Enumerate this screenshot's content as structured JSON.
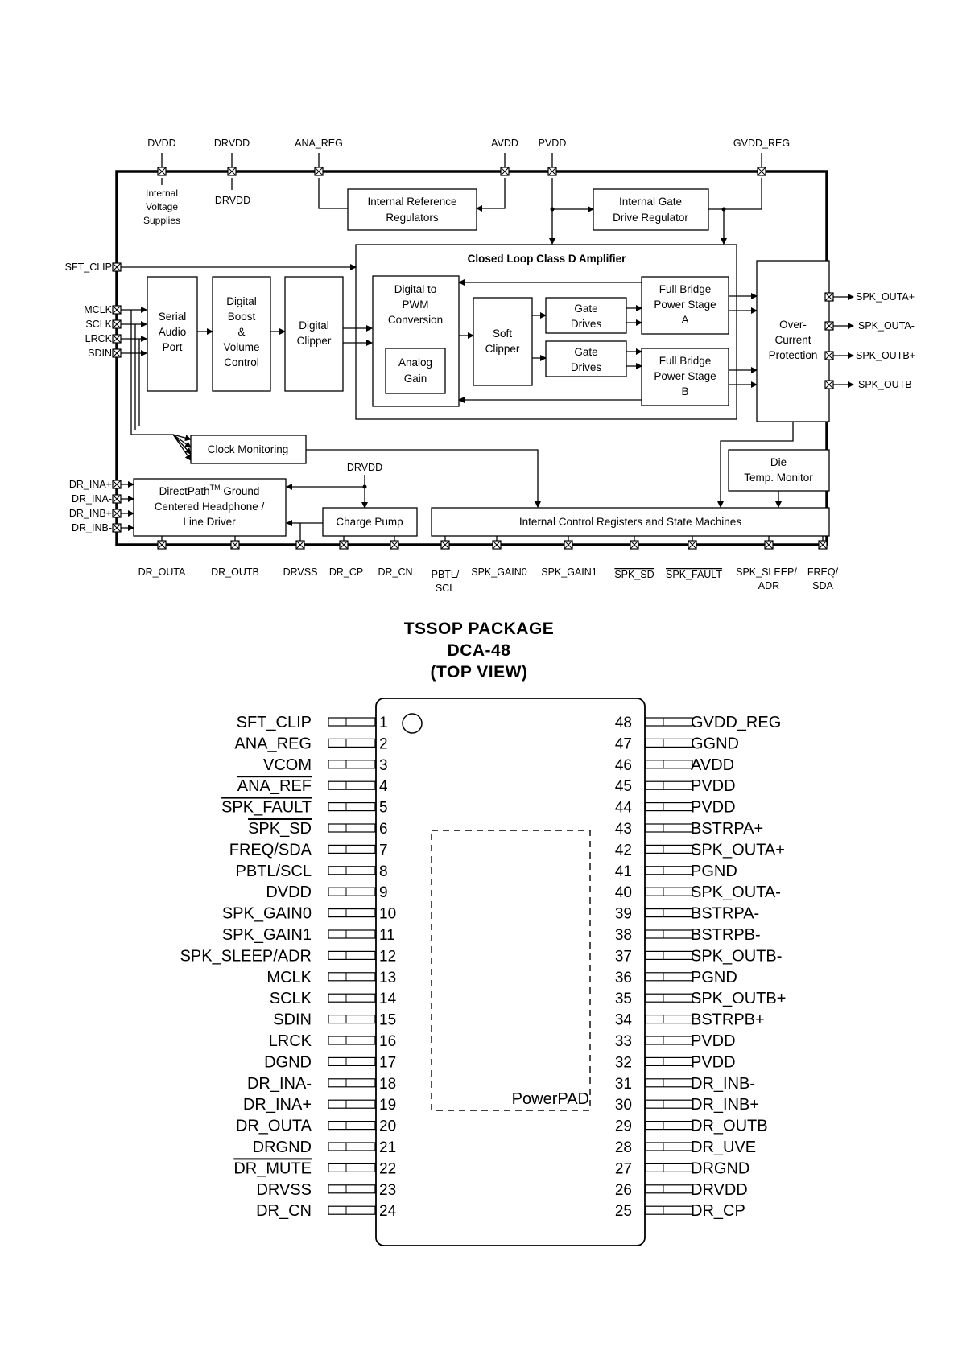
{
  "block_diagram": {
    "top_pins": [
      "DVDD",
      "DRVDD",
      "ANA_REG",
      "AVDD",
      "PVDD",
      "GVDD_REG"
    ],
    "left_pins": [
      "SFT_CLIP",
      "MCLK",
      "SCLK",
      "LRCK",
      "SDIN"
    ],
    "left_bottom_pins": [
      "DR_INA+",
      "DR_INA-",
      "DR_INB+",
      "DR_INB-"
    ],
    "right_pins": [
      "SPK_OUTA+",
      "SPK_OUTA-",
      "SPK_OUTB+",
      "SPK_OUTB-"
    ],
    "bottom_pins": [
      "DR_OUTA",
      "DR_OUTB",
      "DRVSS",
      "DR_CP",
      "DR_CN"
    ],
    "bottom_pins_2": {
      "pbtl_1": "PBTL/",
      "pbtl_2": "SCL",
      "gain0": "SPK_GAIN0",
      "gain1": "SPK_GAIN1",
      "sd": "SPK_SD",
      "fault": "SPK_FAULT",
      "sleep_1": "SPK_SLEEP/",
      "sleep_2": "ADR",
      "freq_1": "FREQ/",
      "freq_2": "SDA"
    },
    "internal_voltage": [
      "Internal",
      "Voltage",
      "Supplies"
    ],
    "drvdd_inner": "DRVDD",
    "drvdd_charge": "DRVDD",
    "blocks": {
      "int_ref": [
        "Internal Reference",
        "Regulators"
      ],
      "gate_reg": [
        "Internal Gate",
        "Drive Regulator"
      ],
      "class_d_title": "Closed Loop Class D Amplifier",
      "serial": [
        "Serial",
        "Audio",
        "Port"
      ],
      "boost": [
        "Digital",
        "Boost",
        "&",
        "Volume",
        "Control"
      ],
      "clipper": [
        "Digital",
        "Clipper"
      ],
      "pwm": [
        "Digital to",
        "PWM",
        "Conversion"
      ],
      "analog_gain": [
        "Analog",
        "Gain"
      ],
      "soft_clip": [
        "Soft",
        "Clipper"
      ],
      "gate_a": [
        "Gate",
        "Drives"
      ],
      "gate_b": [
        "Gate",
        "Drives"
      ],
      "bridge_a": [
        "Full Bridge",
        "Power Stage",
        "A"
      ],
      "bridge_b": [
        "Full Bridge",
        "Power Stage",
        "B"
      ],
      "ocp": [
        "Over-",
        "Current",
        "Protection"
      ],
      "clock_mon": "Clock Monitoring",
      "die_temp": [
        "Die",
        "Temp. Monitor"
      ],
      "hp_driver_1a": "DirectPath",
      "hp_driver_1tm": "TM",
      "hp_driver_1b": " Ground",
      "hp_driver_2": "Centered Headphone /",
      "hp_driver_3": "Line Driver",
      "charge_pump": "Charge Pump",
      "ctrl_regs": "Internal Control Registers and State Machines"
    }
  },
  "package": {
    "title_lines": [
      "TSSOP PACKAGE",
      "DCA-48",
      "(TOP VIEW)"
    ],
    "powerpad_label": "PowerPAD",
    "left_pins": [
      {
        "num": "1",
        "name": "SFT_CLIP"
      },
      {
        "num": "2",
        "name": "ANA_REG"
      },
      {
        "num": "3",
        "name": "VCOM"
      },
      {
        "num": "4",
        "name": "ANA_REF",
        "overline": true
      },
      {
        "num": "5",
        "name": "SPK_FAULT",
        "overline": true
      },
      {
        "num": "6",
        "name": "SPK_SD",
        "overline": true
      },
      {
        "num": "7",
        "name": "FREQ/SDA"
      },
      {
        "num": "8",
        "name": "PBTL/SCL"
      },
      {
        "num": "9",
        "name": "DVDD"
      },
      {
        "num": "10",
        "name": "SPK_GAIN0"
      },
      {
        "num": "11",
        "name": "SPK_GAIN1"
      },
      {
        "num": "12",
        "name": "SPK_SLEEP/ADR"
      },
      {
        "num": "13",
        "name": "MCLK"
      },
      {
        "num": "14",
        "name": "SCLK"
      },
      {
        "num": "15",
        "name": "SDIN"
      },
      {
        "num": "16",
        "name": "LRCK"
      },
      {
        "num": "17",
        "name": "DGND"
      },
      {
        "num": "18",
        "name": "DR_INA-"
      },
      {
        "num": "19",
        "name": "DR_INA+"
      },
      {
        "num": "20",
        "name": "DR_OUTA"
      },
      {
        "num": "21",
        "name": "DRGND"
      },
      {
        "num": "22",
        "name": "DR_MUTE",
        "overline": true
      },
      {
        "num": "23",
        "name": "DRVSS"
      },
      {
        "num": "24",
        "name": "DR_CN"
      }
    ],
    "right_pins": [
      {
        "num": "48",
        "name": "GVDD_REG"
      },
      {
        "num": "47",
        "name": "GGND"
      },
      {
        "num": "46",
        "name": "AVDD"
      },
      {
        "num": "45",
        "name": "PVDD"
      },
      {
        "num": "44",
        "name": "PVDD"
      },
      {
        "num": "43",
        "name": "BSTRPA+"
      },
      {
        "num": "42",
        "name": "SPK_OUTA+"
      },
      {
        "num": "41",
        "name": "PGND"
      },
      {
        "num": "40",
        "name": "SPK_OUTA-"
      },
      {
        "num": "39",
        "name": "BSTRPA-"
      },
      {
        "num": "38",
        "name": "BSTRPB-"
      },
      {
        "num": "37",
        "name": "SPK_OUTB-"
      },
      {
        "num": "36",
        "name": "PGND"
      },
      {
        "num": "35",
        "name": "SPK_OUTB+"
      },
      {
        "num": "34",
        "name": "BSTRPB+"
      },
      {
        "num": "33",
        "name": "PVDD"
      },
      {
        "num": "32",
        "name": "PVDD"
      },
      {
        "num": "31",
        "name": "DR_INB-"
      },
      {
        "num": "30",
        "name": "DR_INB+"
      },
      {
        "num": "29",
        "name": "DR_OUTB"
      },
      {
        "num": "28",
        "name": "DR_UVE"
      },
      {
        "num": "27",
        "name": "DRGND"
      },
      {
        "num": "26",
        "name": "DRVDD"
      },
      {
        "num": "25",
        "name": "DR_CP"
      }
    ]
  }
}
